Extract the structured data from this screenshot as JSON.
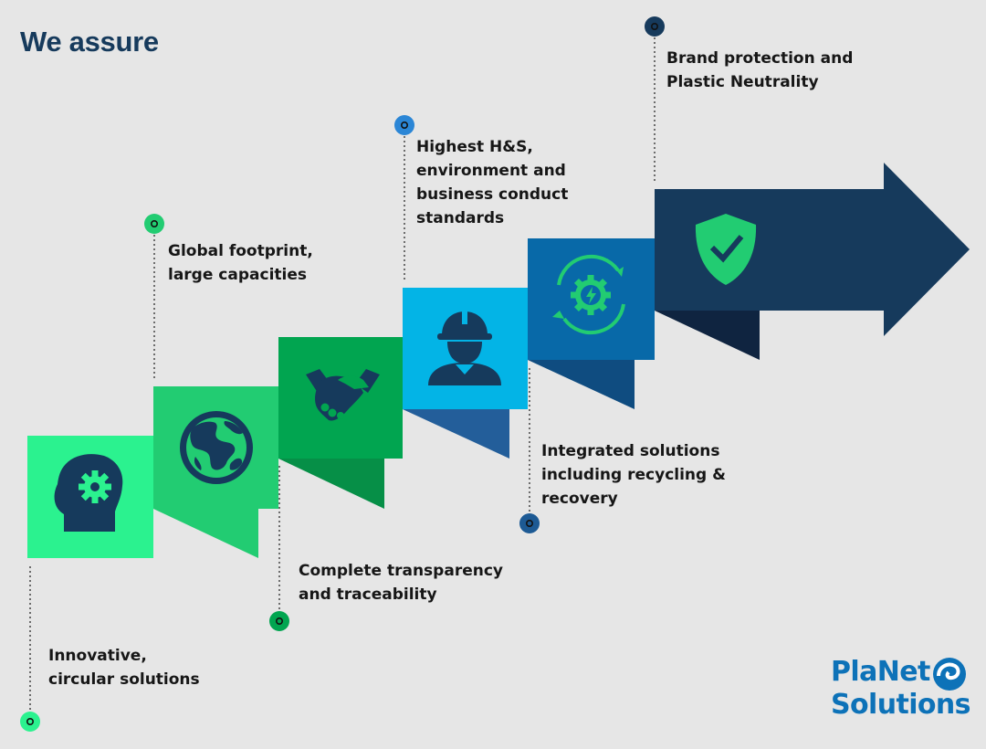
{
  "title": "We assure",
  "steps": [
    {
      "label": "Innovative,\ncircular solutions",
      "icon": "head-gear-icon"
    },
    {
      "label": "Global footprint,\nlarge capacities",
      "icon": "globe-icon"
    },
    {
      "label": "Complete transparency\nand traceability",
      "icon": "handshake-icon"
    },
    {
      "label": "Highest H&S,\nenvironment and\nbusiness conduct\nstandards",
      "icon": "worker-helmet-icon"
    },
    {
      "label": "Integrated solutions\nincluding recycling &\nrecovery",
      "icon": "recycle-energy-icon"
    },
    {
      "label": "Brand protection and\nPlastic Neutrality",
      "icon": "shield-check-icon"
    }
  ],
  "colors": {
    "step1": "#2bf28f",
    "step2": "#22cc72",
    "step3": "#01a550",
    "step4": "#03b4e6",
    "step5": "#0869a8",
    "step6": "#163a5c",
    "title": "#163a5c",
    "logo": "#0d72b8"
  },
  "logo": {
    "line1": "PlaNet",
    "line2": "Solutions"
  }
}
